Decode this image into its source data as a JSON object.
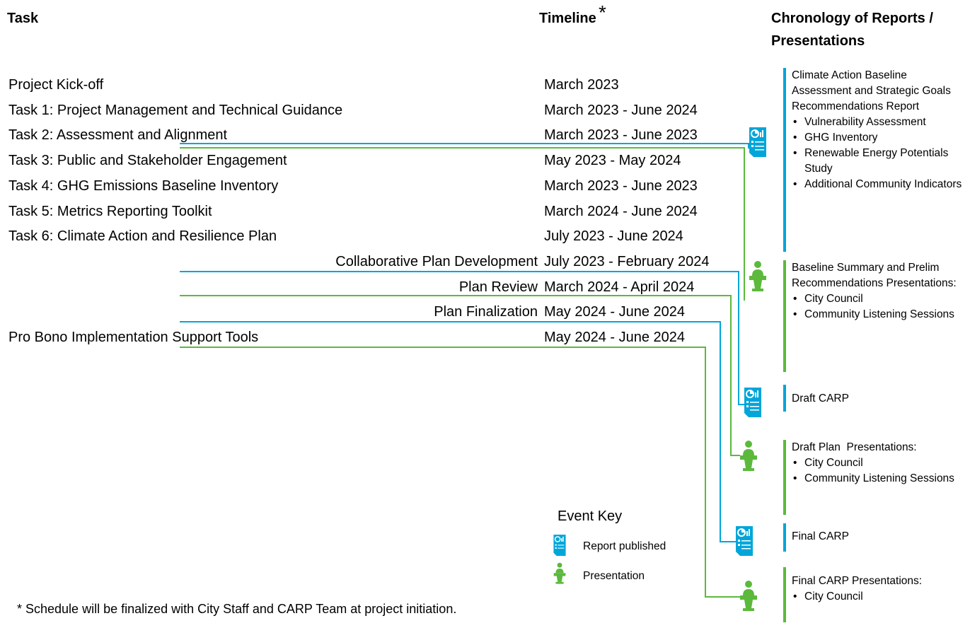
{
  "headers": {
    "task": "Task",
    "timeline": "Timeline",
    "asterisk": "*",
    "chronology": "Chronology of Reports / Presentations"
  },
  "tasks": [
    {
      "name": "Project Kick-off",
      "timeline": "March 2023"
    },
    {
      "name": "Task 1: Project Management and Technical Guidance",
      "timeline": "March 2023 - June 2024"
    },
    {
      "name": "Task 2: Assessment and Alignment",
      "timeline": "March 2023 - June 2023"
    },
    {
      "name": "Task 3: Public and Stakeholder Engagement",
      "timeline": "May 2023 - May 2024"
    },
    {
      "name": "Task 4: GHG Emissions Baseline Inventory",
      "timeline": "March 2023 - June 2023"
    },
    {
      "name": "Task 5: Metrics Reporting Toolkit",
      "timeline": "March 2024 - June 2024"
    },
    {
      "name": "Task 6: Climate Action and Resilience Plan",
      "timeline": "July 2023 - June 2024"
    },
    {
      "name": "Collaborative Plan Development",
      "timeline": "July 2023 - February 2024"
    },
    {
      "name": "Plan Review",
      "timeline": "March 2024 - April 2024"
    },
    {
      "name": "Plan Finalization",
      "timeline": "May 2024 - June 2024"
    },
    {
      "name": "Pro Bono Implementation Support Tools",
      "timeline": "May 2024 - June 2024"
    }
  ],
  "events": [
    {
      "type": "report",
      "title": "Climate Action Baseline Assessment and Strategic Goals Recommendations Report",
      "items": [
        "Vulnerability Assessment",
        "GHG Inventory",
        "Renewable Energy Potentials Study",
        "Additional Community Indicators"
      ]
    },
    {
      "type": "presentation",
      "title": "Baseline Summary and Prelim Recommendations Presentations:",
      "items": [
        "City Council",
        "Community Listening Sessions"
      ]
    },
    {
      "type": "report",
      "title": "Draft CARP",
      "items": []
    },
    {
      "type": "presentation",
      "title": "Draft Plan  Presentations:",
      "items": [
        "City Council",
        "Community Listening Sessions"
      ]
    },
    {
      "type": "report",
      "title": "Final CARP",
      "items": []
    },
    {
      "type": "presentation",
      "title": "Final CARP Presentations:",
      "items": [
        "City Council"
      ]
    }
  ],
  "key": {
    "title": "Event Key",
    "report_label": "Report published",
    "presentation_label": "Presentation"
  },
  "footnote": "* Schedule will be finalized with City Staff and CARP Team at project initiation.",
  "colors": {
    "report": "#00a6d9",
    "presentation": "#5cb93c"
  },
  "icons": {
    "report": "report-document-icon",
    "presentation": "presenter-podium-icon"
  }
}
